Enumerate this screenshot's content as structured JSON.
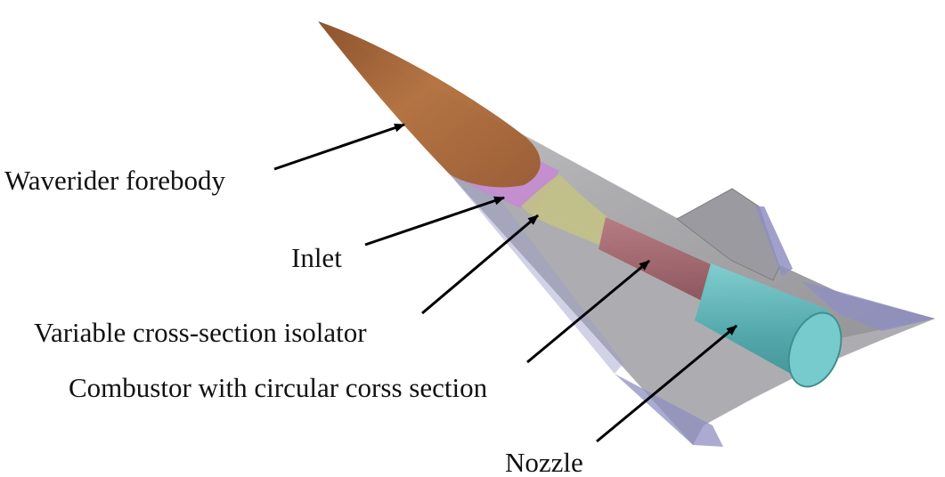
{
  "labels": {
    "forebody": "Waverider forebody",
    "inlet": "Inlet",
    "isolator": "Variable cross-section isolator",
    "combustor": "Combustor with circular corss section",
    "nozzle": "Nozzle"
  },
  "colors": {
    "fuselage_gray": "#a9a9ac",
    "fin_blue": "#8f8fc2",
    "forebody_brown": "#a8673a",
    "inlet_purple": "#c48bd0",
    "isolator_yellow": "#c2c088",
    "combustor_red": "#a0616a",
    "nozzle_cyan": "#5ab6b9",
    "arrow": "#000000"
  }
}
